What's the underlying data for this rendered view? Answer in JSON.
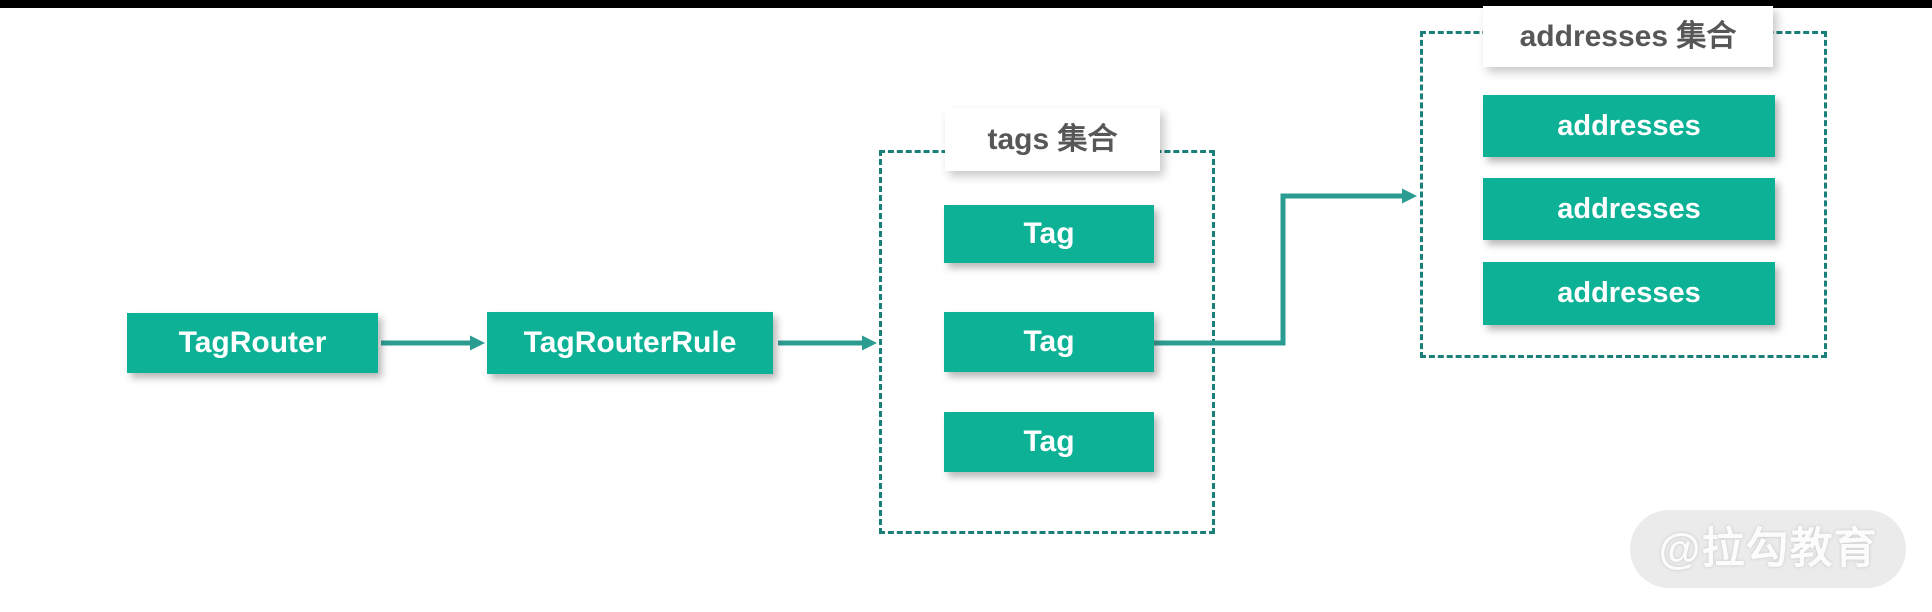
{
  "diagram": {
    "nodes": {
      "tag_router": {
        "label": "TagRouter"
      },
      "tag_router_rule": {
        "label": "TagRouterRule"
      }
    },
    "groups": [
      {
        "title": "tags 集合",
        "items": [
          "Tag",
          "Tag",
          "Tag"
        ]
      },
      {
        "title": "addresses 集合",
        "items": [
          "addresses",
          "addresses",
          "addresses"
        ]
      }
    ],
    "arrows": [
      {
        "from": "TagRouter",
        "to": "TagRouterRule"
      },
      {
        "from": "TagRouterRule",
        "to": "tags 集合"
      },
      {
        "from": "Tag (middle)",
        "to": "addresses 集合"
      }
    ],
    "colors": {
      "node_green": "#0db296",
      "arrow": "#2b9c92",
      "dashed_border": "#1b7f79",
      "label_text": "#575757",
      "top_bar": "#000000",
      "watermark_bg": "#ebebeb"
    },
    "watermark": {
      "text": "@拉勾教育"
    }
  }
}
